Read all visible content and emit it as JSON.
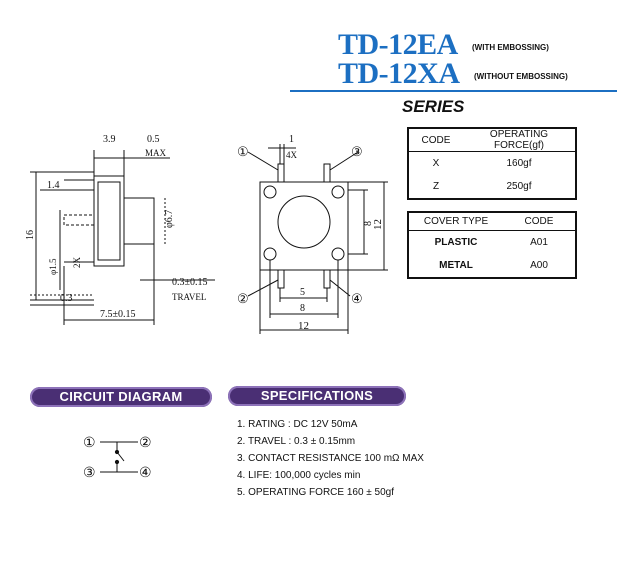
{
  "header": {
    "model_1": "TD-12EA",
    "model_1_note": "(WITH EMBOSSING)",
    "model_2": "TD-12XA",
    "model_2_note": "(WITHOUT EMBOSSING)",
    "series": "SERIES"
  },
  "force_table": {
    "headers": [
      "CODE",
      "OPERATING FORCE(gf)"
    ],
    "rows": [
      [
        "X",
        "160gf"
      ],
      [
        "Z",
        "250gf"
      ]
    ]
  },
  "cover_table": {
    "headers": [
      "COVER TYPE",
      "CODE"
    ],
    "rows": [
      [
        "PLASTIC",
        "A01"
      ],
      [
        "METAL",
        "A00"
      ]
    ]
  },
  "side_view": {
    "dim_top_a": "3.9",
    "dim_top_b": "0.5",
    "dim_top_b_sub": "MAX",
    "dim_left_small": "1.4",
    "dim_height": "16",
    "dim_dia": "φ6.7",
    "dim_pin_dia": "φ1.5",
    "dim_pin_count": "2X",
    "dim_travel": "0.3±0.15",
    "dim_travel_label": "TRAVEL",
    "dim_base": "0.3",
    "dim_length": "7.5±0.15"
  },
  "top_view": {
    "dim_top": "1",
    "dim_top_sub": "4X",
    "dim_right_inner": "8",
    "dim_right_outer": "12",
    "dim_bottom_small": "5",
    "dim_bottom_mid": "8",
    "dim_bottom_outer": "12",
    "pin_labels": [
      "①",
      "②",
      "③",
      "④"
    ]
  },
  "circuit": {
    "title": "CIRCUIT DIAGRAM",
    "pins": [
      "①",
      "②",
      "③",
      "④"
    ]
  },
  "specifications": {
    "title": "SPECIFICATIONS",
    "items": [
      "1. RATING : DC 12V  50mA",
      "2. TRAVEL : 0.3 ± 0.15mm",
      "3. CONTACT RESISTANCE 100 mΩ MAX",
      "4. LIFE: 100,000 cycles min",
      "5. OPERATING FORCE 160 ± 50gf"
    ]
  },
  "colors": {
    "brand_blue": "#1c6fc2",
    "pill_purple": "#4a2f74"
  }
}
